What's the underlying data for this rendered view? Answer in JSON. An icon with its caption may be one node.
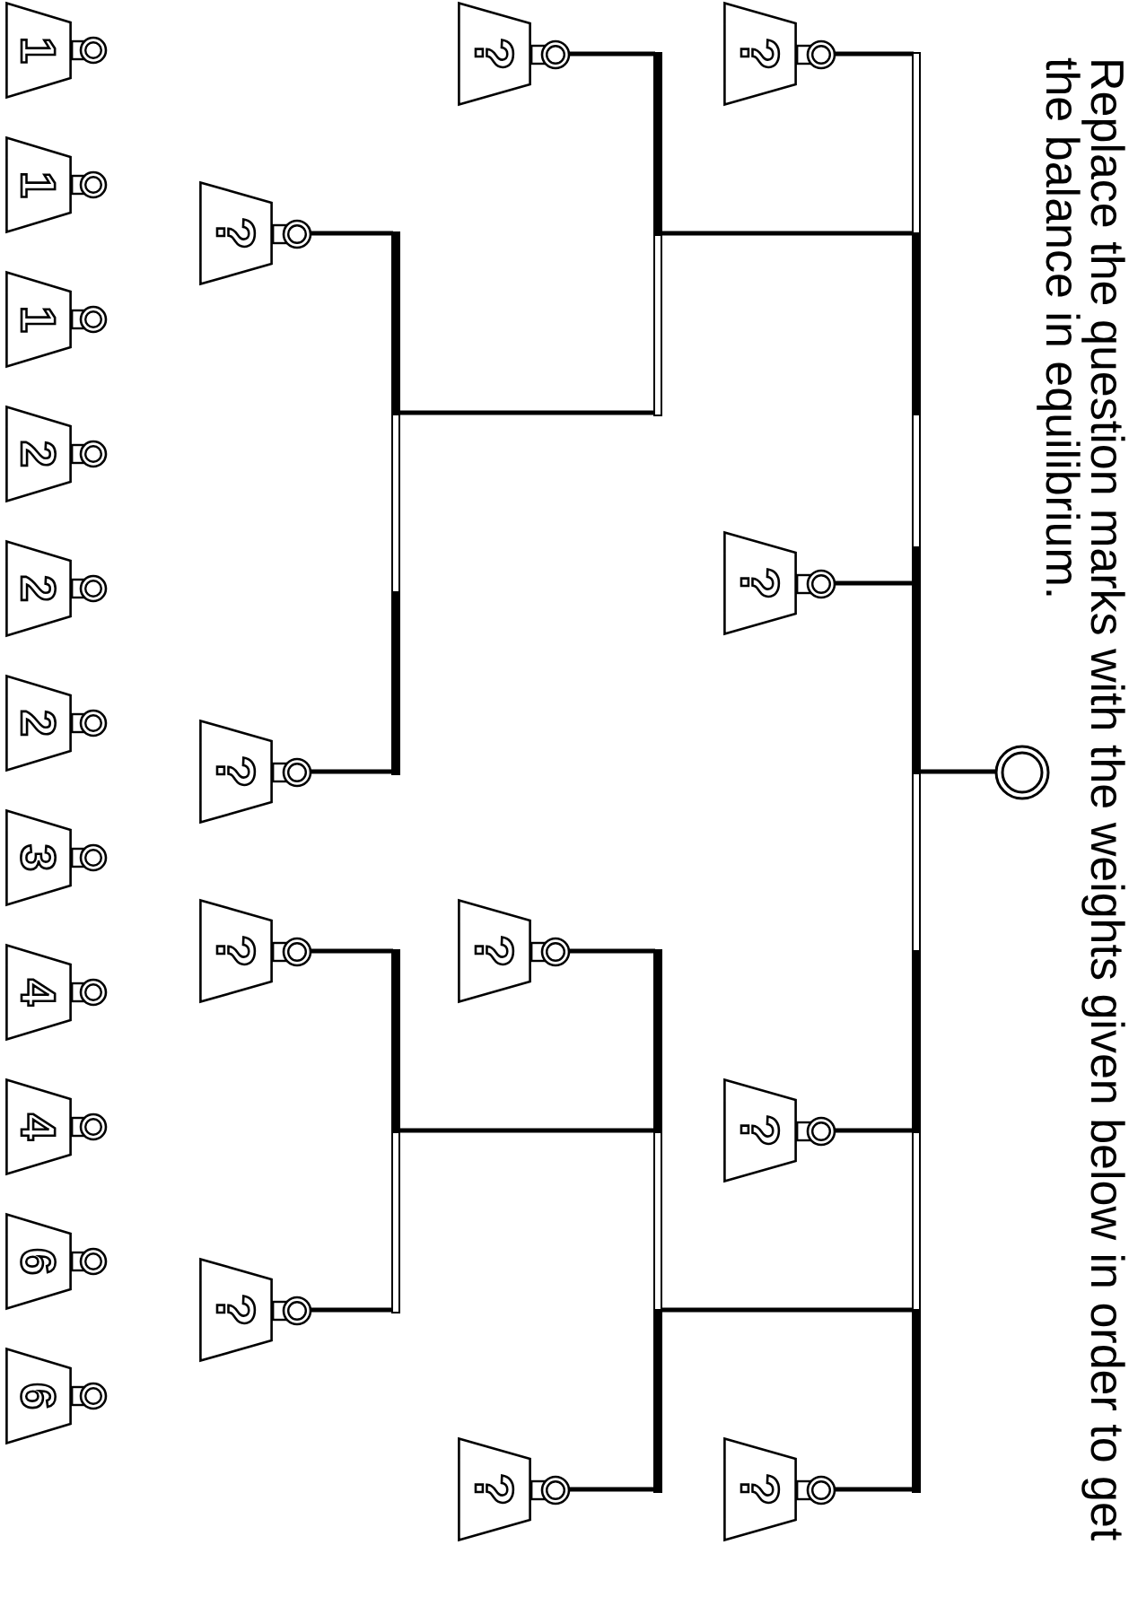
{
  "diagram": {
    "title": "Replace the question marks with the weights given below in order to get the balance in equilibrium.",
    "nodes": [
      {
        "text": [],
        "shape": "circle"
      },
      {
        "text": [],
        "shape": "bar"
      },
      {
        "text": [
          "?"
        ]
      },
      {
        "text": [],
        "shape": "bar"
      },
      {
        "text": [
          "?"
        ]
      },
      {
        "text": [],
        "shape": "bar"
      },
      {
        "text": [
          "?"
        ]
      },
      {
        "text": [
          "?"
        ]
      },
      {
        "text": [
          "?"
        ]
      },
      {
        "text": [
          "?"
        ]
      },
      {
        "text": [],
        "shape": "bar"
      },
      {
        "text": [
          "?"
        ]
      },
      {
        "text": [],
        "shape": "bar"
      },
      {
        "text": [
          "?"
        ]
      },
      {
        "text": [
          "?"
        ]
      },
      {
        "text": [
          "?"
        ]
      },
      {
        "text": [
          "?"
        ]
      },
      {
        "text": [
          "1"
        ]
      },
      {
        "text": [
          "1"
        ]
      },
      {
        "text": [
          "1"
        ]
      },
      {
        "text": [
          "2"
        ]
      },
      {
        "text": [
          "2"
        ]
      },
      {
        "text": [
          "2"
        ]
      },
      {
        "text": [
          "3"
        ]
      },
      {
        "text": [
          "4"
        ]
      },
      {
        "text": [
          "4"
        ]
      },
      {
        "text": [
          "6"
        ]
      },
      {
        "text": [
          "6"
        ]
      }
    ],
    "edges": [
      {
        "from": 0,
        "to": 1,
        "arrow": "none"
      },
      {
        "from": 1,
        "to": 2,
        "arrow": "none"
      },
      {
        "from": 1,
        "to": 3,
        "arrow": "none"
      },
      {
        "from": 3,
        "to": 4,
        "arrow": "none"
      },
      {
        "from": 3,
        "to": 5,
        "arrow": "none"
      },
      {
        "from": 5,
        "to": 6,
        "arrow": "none"
      },
      {
        "from": 5,
        "to": 7,
        "arrow": "none"
      },
      {
        "from": 1,
        "to": 8,
        "arrow": "none"
      },
      {
        "from": 1,
        "to": 9,
        "arrow": "none"
      },
      {
        "from": 1,
        "to": 10,
        "arrow": "none"
      },
      {
        "from": 10,
        "to": 11,
        "arrow": "none"
      },
      {
        "from": 10,
        "to": 12,
        "arrow": "none"
      },
      {
        "from": 12,
        "to": 13,
        "arrow": "none"
      },
      {
        "from": 12,
        "to": 14,
        "arrow": "none"
      },
      {
        "from": 10,
        "to": 15,
        "arrow": "none"
      },
      {
        "from": 1,
        "to": 16,
        "arrow": "none"
      }
    ]
  }
}
